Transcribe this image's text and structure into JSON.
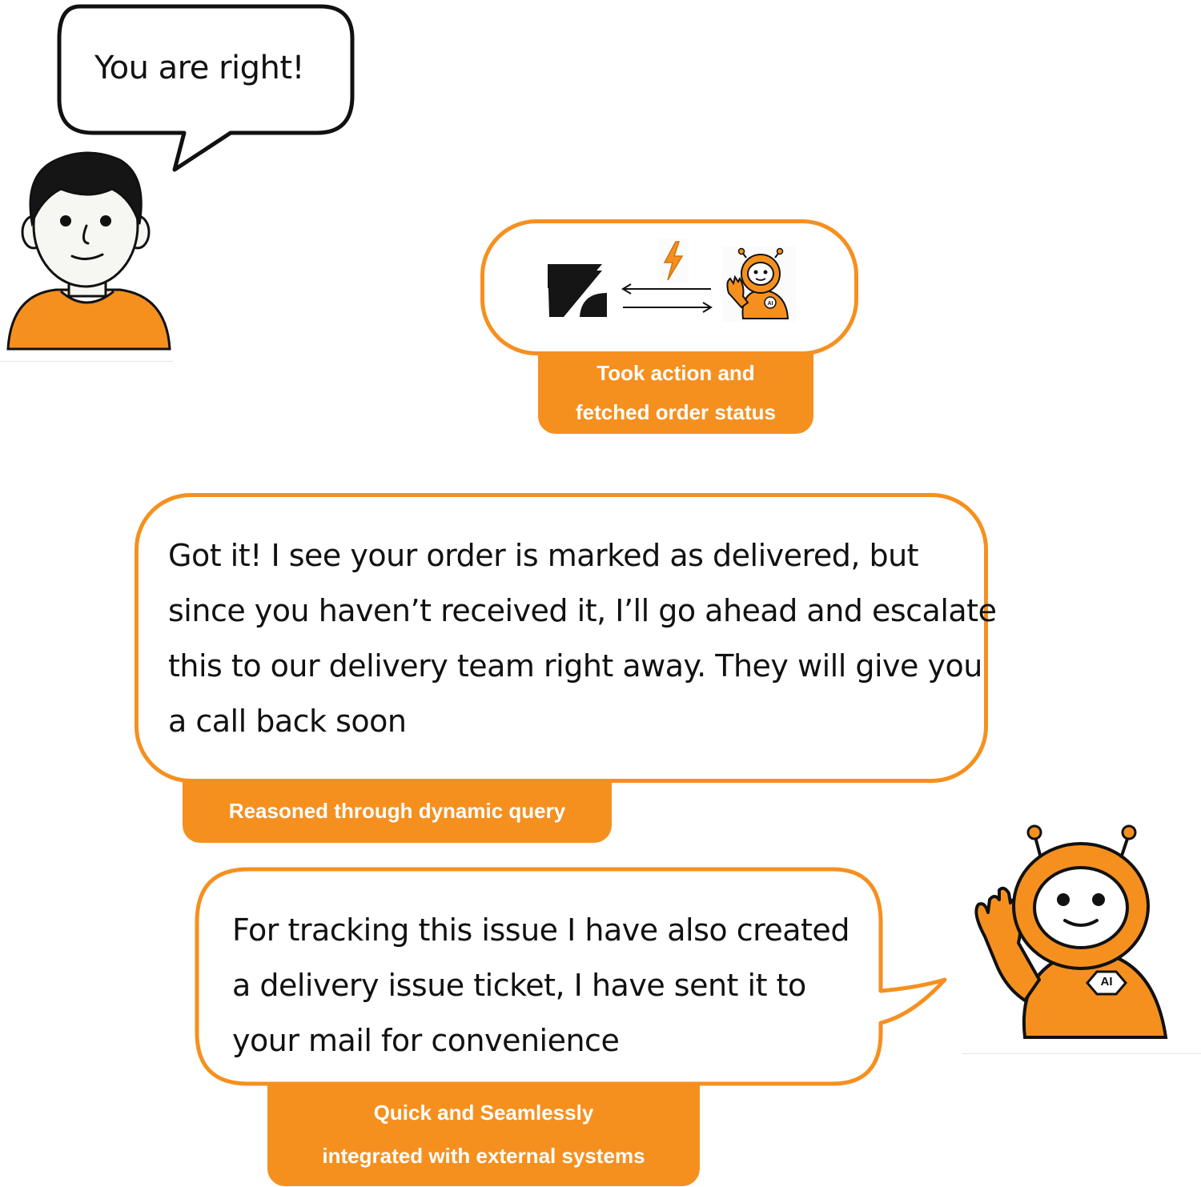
{
  "user_bubble": {
    "text": "You are right!"
  },
  "integration": {
    "left_icon": "zendesk-logo-icon",
    "middle_icon": "lightning-icon",
    "right_icon": "robot-icon",
    "caption_line1": "Took action and",
    "caption_line2": "fetched order status"
  },
  "reply_bubble": {
    "line1": "Got it! I see your order is marked as delivered, but",
    "line2": "since you haven’t received it, I’ll go ahead and escalate",
    "line3": "this to our delivery team right away. They will give you",
    "line4": "a call back soon",
    "caption": "Reasoned through dynamic query"
  },
  "ticket_bubble": {
    "line1": "For tracking this issue I have also created",
    "line2": "a delivery issue ticket, I have sent it to",
    "line3": "your mail for convenience",
    "caption_line1": "Quick and Seamlessly",
    "caption_line2": "integrated with external systems"
  },
  "bot_badge": "AI",
  "colors": {
    "accent": "#f5901f",
    "ink": "#111111",
    "background": "#ffffff"
  }
}
